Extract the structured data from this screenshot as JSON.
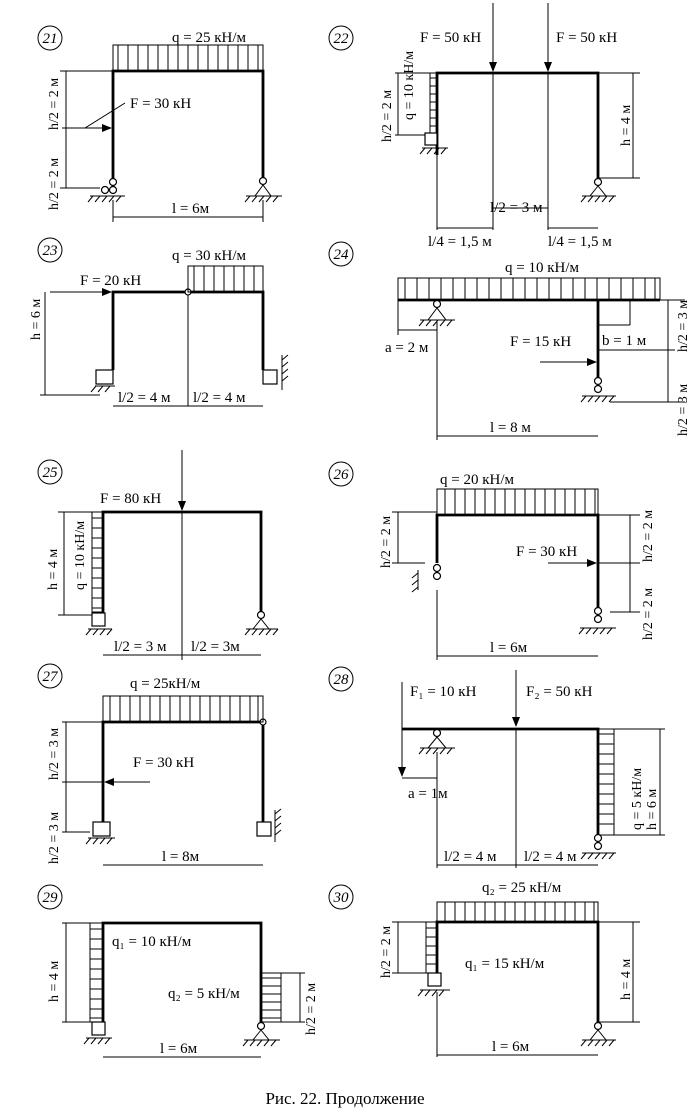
{
  "figure": {
    "caption": "Рис. 22. Продолжение",
    "problems": [
      {
        "number": "21",
        "labels": {
          "q": "q = 25 кН/м",
          "F": "F = 30 кН",
          "h_top": "h/2 = 2 м",
          "h_bottom": "h/2 = 2 м",
          "l": "l = 6м"
        }
      },
      {
        "number": "22",
        "labels": {
          "F_left": "F = 50 кН",
          "F_right": "F = 50 кН",
          "q": "q = 10 кН/м",
          "h_half": "h/2 = 2 м",
          "h": "h = 4 м",
          "l_half": "l/2 = 3 м",
          "l_quarter_left": "l/4 = 1,5 м",
          "l_quarter_right": "l/4 = 1,5 м"
        }
      },
      {
        "number": "23",
        "labels": {
          "F": "F = 20 кН",
          "q": "q = 30 кН/м",
          "h": "h = 6 м",
          "l_half_left": "l/2 = 4 м",
          "l_half_right": "l/2 = 4 м"
        }
      },
      {
        "number": "24",
        "labels": {
          "q": "q = 10 кН/м",
          "F": "F = 15 кН",
          "b": "b = 1 м",
          "a": "a = 2 м",
          "h_top": "h/2 = 3 м",
          "h_bottom": "h/2 = 3 м",
          "l": "l = 8 м"
        }
      },
      {
        "number": "25",
        "labels": {
          "F": "F = 80 кН",
          "q": "q = 10 кН/м",
          "h": "h = 4 м",
          "l_half_left": "l/2 = 3 м",
          "l_half_right": "l/2 = 3м"
        }
      },
      {
        "number": "26",
        "labels": {
          "q": "q = 20 кН/м",
          "F": "F = 30 кН",
          "h_left": "h/2 = 2 м",
          "h_right_top": "h/2 = 2 м",
          "h_right_bottom": "h/2 = 2 м",
          "l": "l = 6м"
        }
      },
      {
        "number": "27",
        "labels": {
          "q": "q = 25кН/м",
          "F": "F = 30 кН",
          "h_top": "h/2 = 3 м",
          "h_bottom": "h/2 = 3 м",
          "l": "l = 8м"
        }
      },
      {
        "number": "28",
        "labels": {
          "F1": "F₁ = 10 кН",
          "F2": "F₂ = 50 кН",
          "a": "a = 1м",
          "q": "q = 5 кН/м",
          "h": "h = 6 м",
          "l_half_left": "l/2 = 4 м",
          "l_half_right": "l/2 = 4 м"
        }
      },
      {
        "number": "29",
        "labels": {
          "q1": "q₁ = 10 кН/м",
          "q2": "q₂ = 5 кН/м",
          "h": "h = 4 м",
          "h_half": "h/2 = 2 м",
          "l": "l = 6м"
        }
      },
      {
        "number": "30",
        "labels": {
          "q2": "q₂ = 25 кН/м",
          "q1": "q₁ = 15 кН/м",
          "h_half": "h/2 = 2 м",
          "h": "h = 4 м",
          "l": "l = 6м"
        }
      }
    ]
  }
}
